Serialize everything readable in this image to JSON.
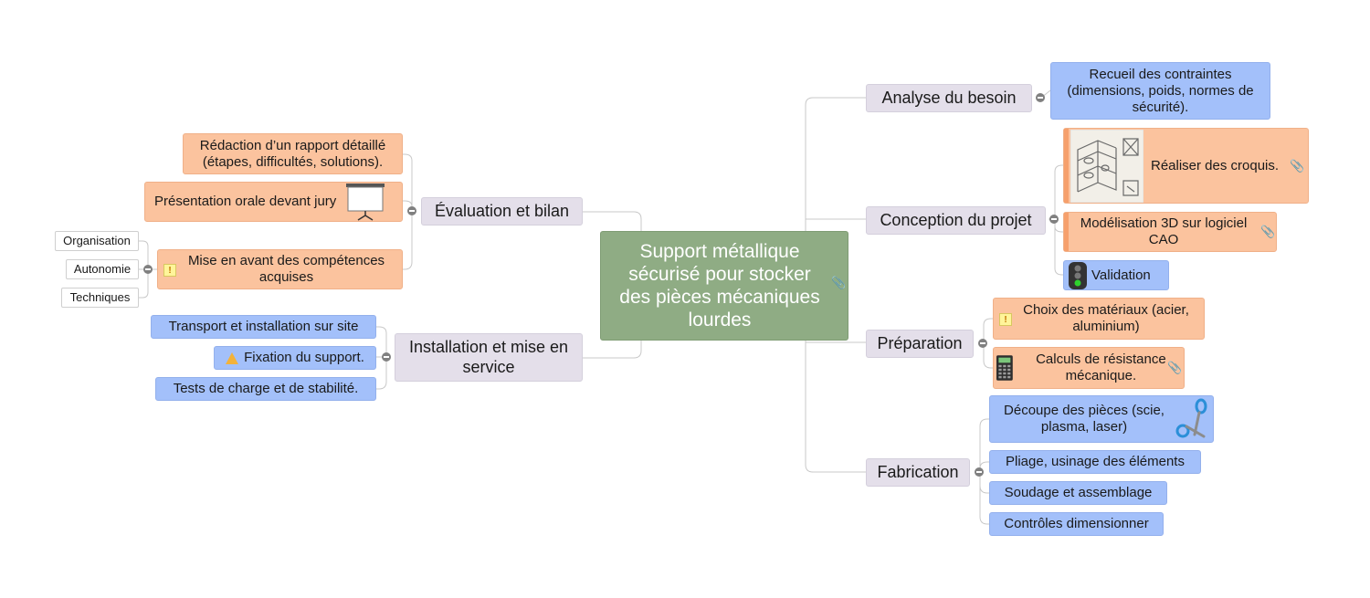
{
  "central": {
    "label": "Support métallique sécurisé pour stocker des pièces mécaniques lourdes",
    "icon": "paperclip-icon"
  },
  "branches": {
    "analyse": {
      "label": "Analyse du besoin",
      "children": [
        "Recueil des contraintes (dimensions, poids, normes de sécurité)."
      ]
    },
    "conception": {
      "label": "Conception du projet",
      "children": [
        "Réaliser des croquis.",
        "Modélisation 3D sur logiciel CAO",
        "Validation"
      ]
    },
    "preparation": {
      "label": "Préparation",
      "children": [
        "Choix des matériaux (acier, aluminium)",
        "Calculs de résistance mécanique."
      ]
    },
    "fabrication": {
      "label": "Fabrication",
      "children": [
        "Découpe des pièces (scie, plasma, laser)",
        "Pliage, usinage des éléments",
        "Soudage et assemblage",
        "Contrôles dimensionner"
      ]
    },
    "evaluation": {
      "label": "Évaluation et bilan",
      "children": [
        "Rédaction d’un rapport détaillé (étapes, difficultés, solutions).",
        "Présentation orale devant jury",
        "Mise en avant des compétences acquises"
      ],
      "competences": [
        "Organisation",
        "Autonomie",
        "Techniques"
      ]
    },
    "installation": {
      "label": "Installation et mise en service",
      "children": [
        "Transport et installation sur site",
        "Fixation du support.",
        "Tests de charge et de stabilité."
      ]
    }
  },
  "colors": {
    "central": "#8fac84",
    "main": "#e4dfea",
    "orange": "#fbc39e",
    "blue": "#a3c0fa",
    "connector": "#c8c8c8"
  },
  "icons": [
    "paperclip-icon",
    "sketch-image",
    "projector-screen-icon",
    "traffic-light-icon",
    "calculator-icon",
    "scissors-icon",
    "warning-icon",
    "exclamation-icon"
  ]
}
